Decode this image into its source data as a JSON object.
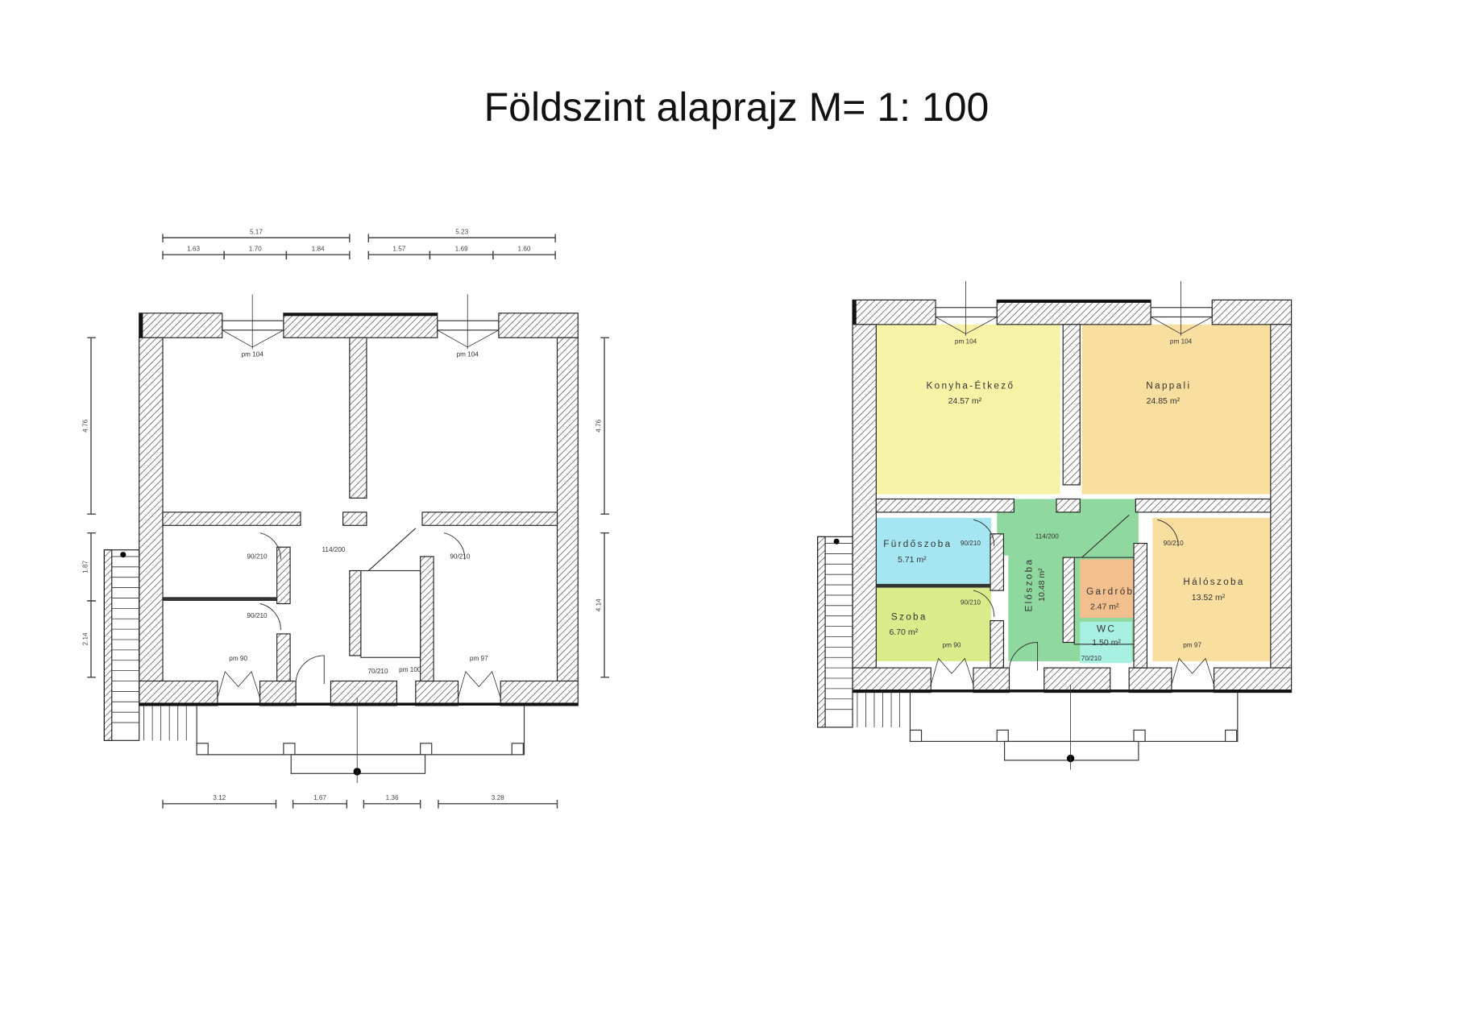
{
  "title": "Földszint alaprajz M= 1: 100",
  "left_plan": {
    "top_dims_total": [
      "5.17",
      "5.23"
    ],
    "top_dims_parts": [
      "1.63",
      "1.70",
      "1.84",
      "1.57",
      "1.69",
      "1.60"
    ],
    "bottom_dims": [
      "3.12",
      "1.67",
      "1.36",
      "3.28"
    ],
    "left_dims": [
      "4.76",
      "1.87",
      "2.14"
    ],
    "right_dims": [
      "4.76",
      "4.14"
    ],
    "window_labels": [
      "pm 104",
      "pm 104",
      "pm 90",
      "pm 97",
      "pm 100"
    ],
    "opening_labels": [
      "114/200",
      "90/210",
      "90/210",
      "90/210",
      "70/210"
    ]
  },
  "right_plan": {
    "window_labels": [
      "pm 104",
      "pm 104",
      "pm 90",
      "pm 97"
    ],
    "opening_labels": [
      "114/200",
      "90/210",
      "90/210",
      "90/210",
      "70/210"
    ],
    "rooms": [
      {
        "name": "Konyha-Étkező",
        "area": "24.57 m²",
        "color": "#f6f3a6"
      },
      {
        "name": "Nappali",
        "area": "24.85 m²",
        "color": "#f8dfa0"
      },
      {
        "name": "Fürdőszoba",
        "area": "5.71 m²",
        "color": "#a6e6f2"
      },
      {
        "name": "Szoba",
        "area": "6.70 m²",
        "color": "#d9ec8c"
      },
      {
        "name": "Előszoba",
        "area": "10.48 m²",
        "color": "#8fd9a0"
      },
      {
        "name": "Gardrób",
        "area": "2.47 m²",
        "color": "#f3bf8e"
      },
      {
        "name": "WC",
        "area": "1.50 m²",
        "color": "#a8f0e2"
      },
      {
        "name": "Hálószoba",
        "area": "13.52 m²",
        "color": "#f8dfa0"
      }
    ]
  }
}
